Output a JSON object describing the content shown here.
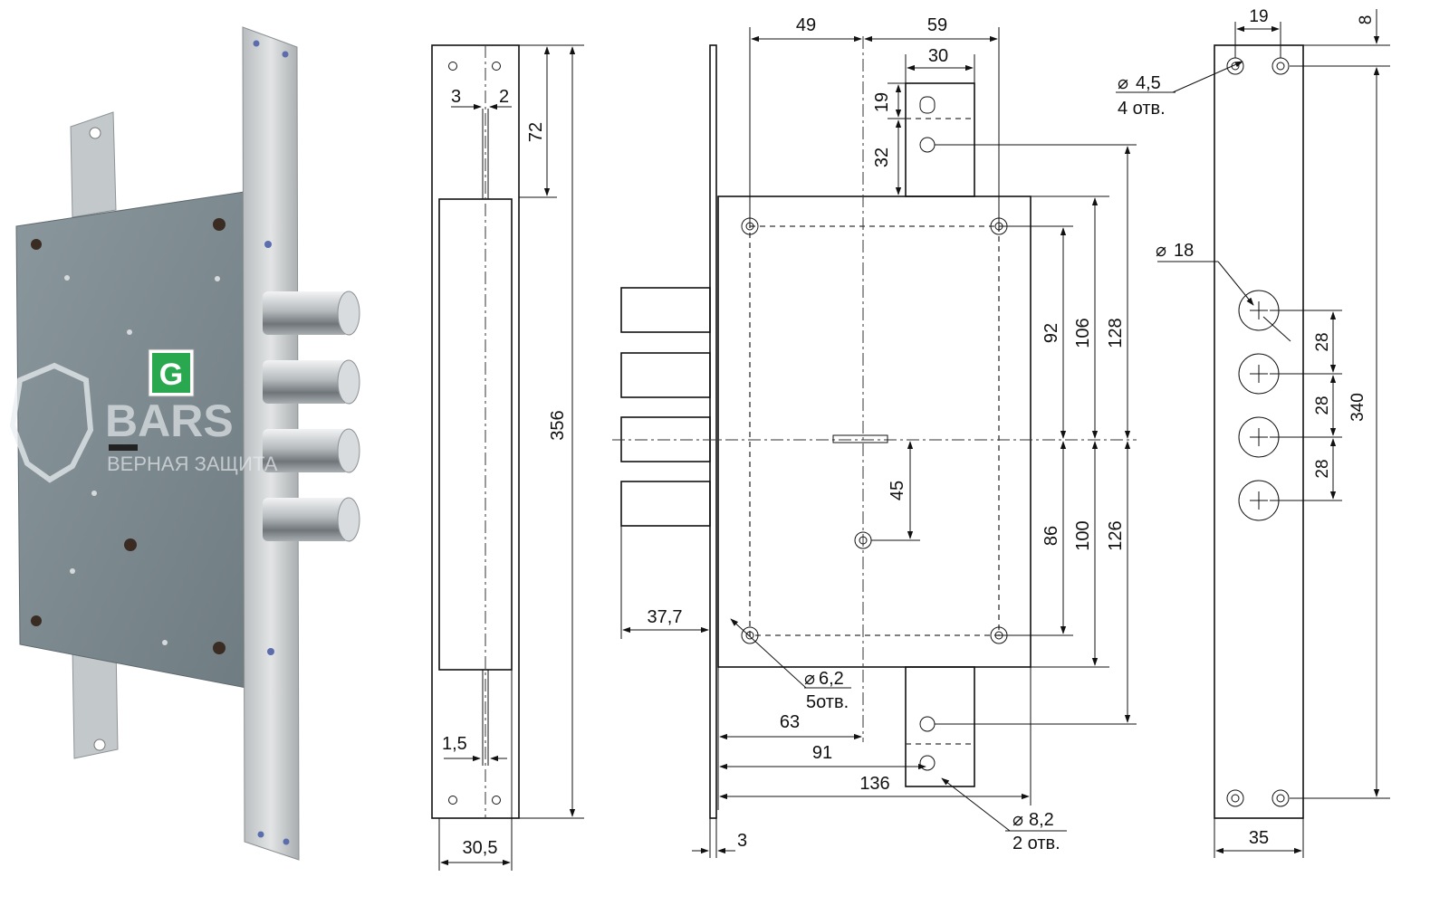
{
  "brand": {
    "watermark_name": "BARS",
    "watermark_tagline": "ВЕРНАЯ ЗАЩИТА",
    "logo_letter": "G"
  },
  "colors": {
    "lock_body": "#7e8d94",
    "faceplate": "#c9cdcf",
    "bolt": "#b8bcbf",
    "logo_green": "#22a34a",
    "line": "#111111"
  },
  "strip_view": {
    "dim_3": "3",
    "dim_2": "2",
    "dim_72": "72",
    "dim_356": "356",
    "dim_1_5": "1,5",
    "dim_30_5": "30,5"
  },
  "side_view": {
    "dim_49": "49",
    "dim_59": "59",
    "dim_30": "30",
    "dim_19": "19",
    "dim_32": "32",
    "dim_92": "92",
    "dim_106": "106",
    "dim_128": "128",
    "dim_45": "45",
    "dim_86": "86",
    "dim_100": "100",
    "dim_126": "126",
    "dim_37_7": "37,7",
    "hole_6_2": "6,2",
    "hole_6_2_count": "5отв.",
    "dim_63": "63",
    "dim_91": "91",
    "dim_136": "136",
    "hole_8_2": "8,2",
    "hole_8_2_count": "2 отв.",
    "dim_3": "3"
  },
  "front_view": {
    "dim_19": "19",
    "dim_8": "8",
    "hole_4_5": "4,5",
    "hole_4_5_count": "4 отв.",
    "hole_18": "18",
    "dim_28_a": "28",
    "dim_28_b": "28",
    "dim_28_c": "28",
    "dim_340": "340",
    "dim_35": "35"
  },
  "diameter_symbol": "⌀"
}
